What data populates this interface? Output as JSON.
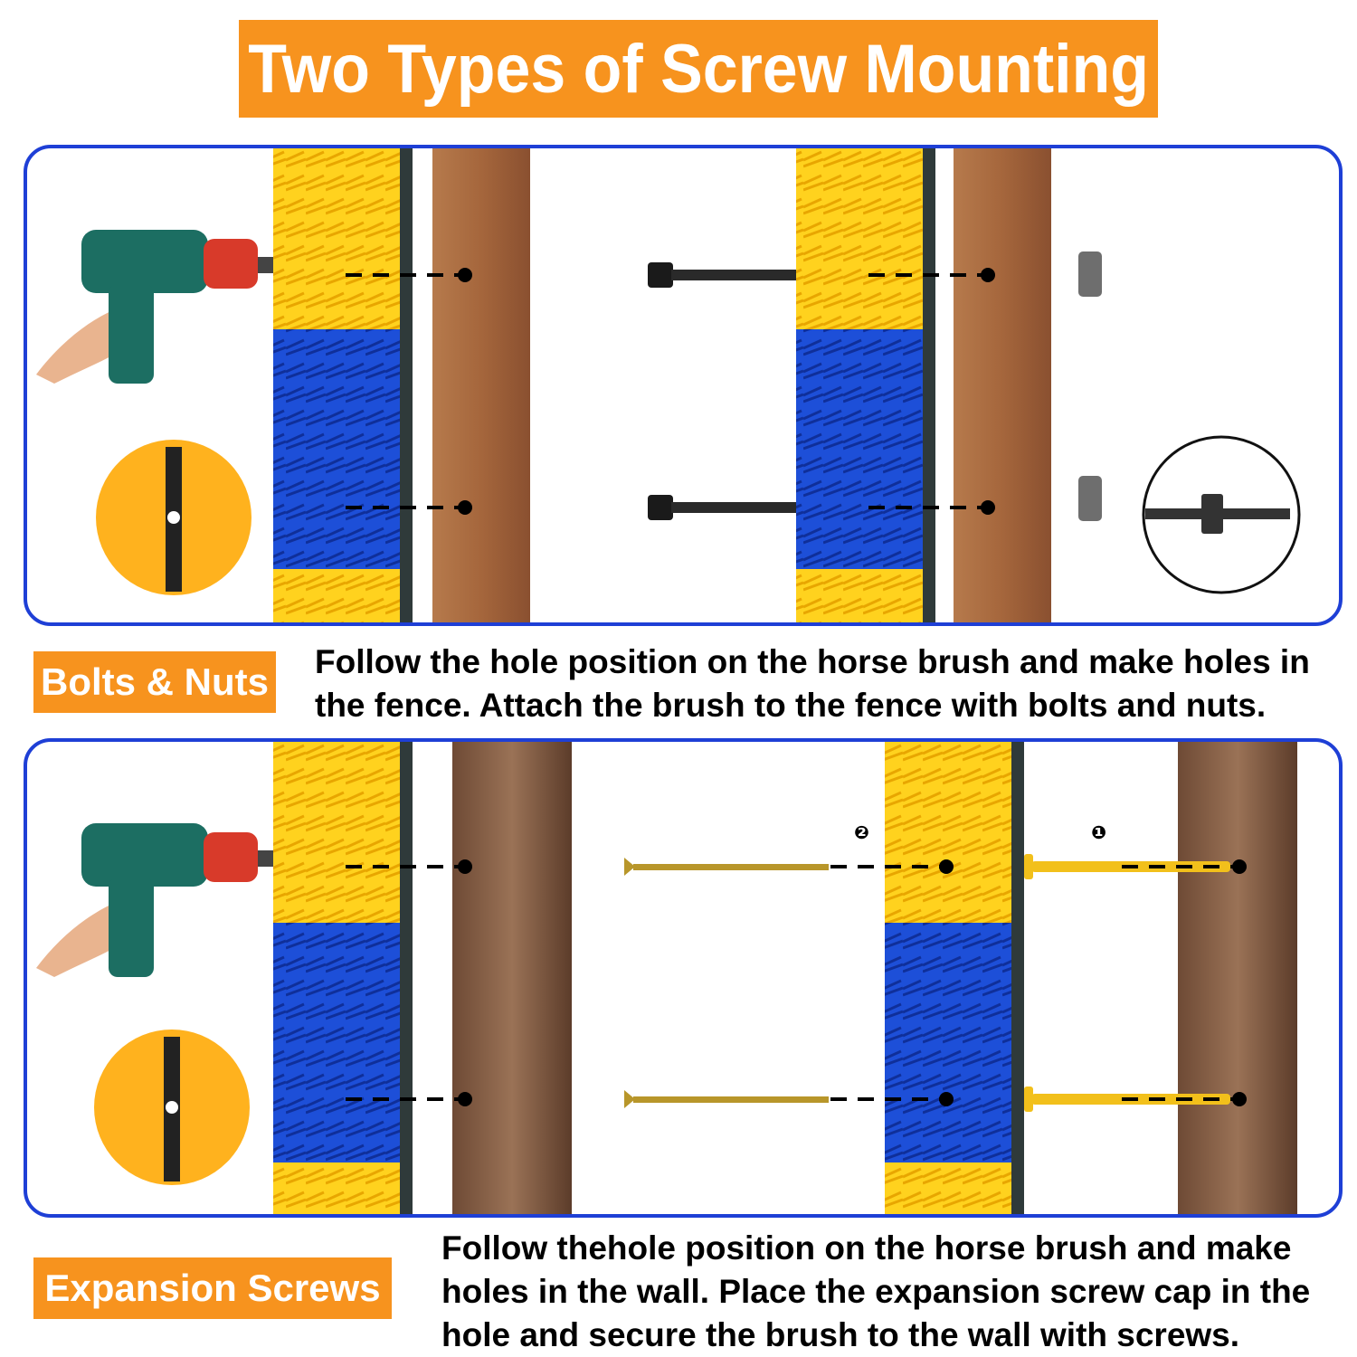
{
  "header": {
    "title": "Two Types of Screw Mounting"
  },
  "sections": [
    {
      "label": "Bolts & Nuts",
      "description": "Follow the hole position on the horse brush and make holes in the fence. Attach the brush to the fence with bolts and nuts."
    },
    {
      "label": "Expansion Screws",
      "description": "Follow thehole position on the horse brush and make holes in the wall. Place the expansion screw cap in the hole and secure the brush to the wall with screws.",
      "step_markers": [
        "❷",
        "❶"
      ]
    }
  ],
  "colors": {
    "accent": "#f7931e",
    "panel_border": "#1e3fd6",
    "brush_yellow": "#ffd21e",
    "brush_blue": "#1d4fd8",
    "wood": "#a0623a"
  }
}
